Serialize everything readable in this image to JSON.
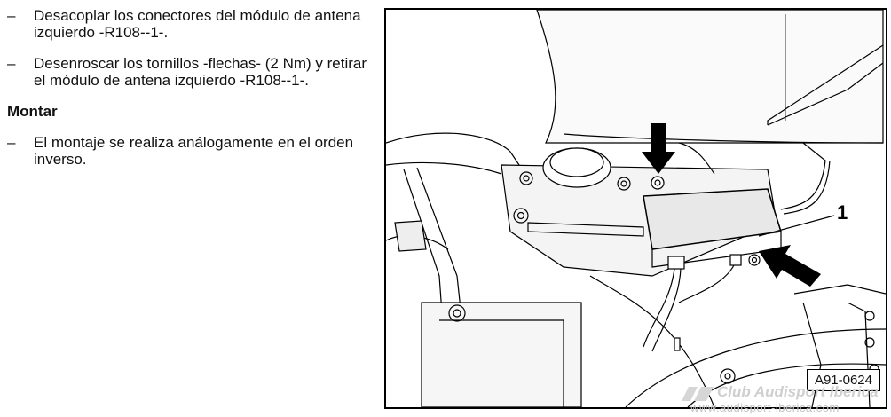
{
  "steps_before": [
    {
      "bullet": "–",
      "text": "Desacoplar los conectores del módulo de antena izquierdo -R108--1-."
    },
    {
      "bullet": "–",
      "text": "Desenroscar los tornillos -flechas- (2 Nm) y retirar el módulo de antena izquierdo -R108--1-."
    }
  ],
  "section_title": "Montar",
  "steps_after": [
    {
      "bullet": "–",
      "text": "El montaje se realiza análogamente en el orden inverso."
    }
  ],
  "figure": {
    "callout_label": "1",
    "figure_code": "A91-0624"
  },
  "watermark": {
    "line1": "Club Audisport Iberica",
    "line2": "www.audisport-iberica.com"
  }
}
